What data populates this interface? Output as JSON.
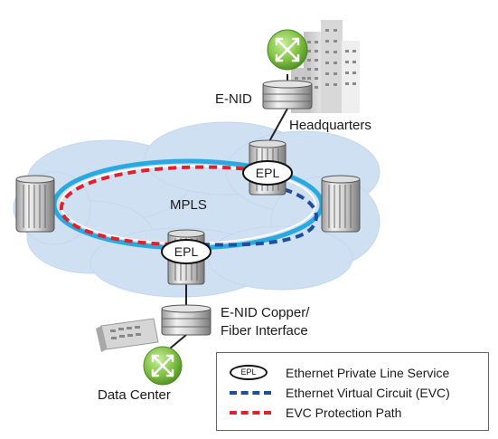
{
  "diagram": {
    "labels": {
      "enid_top": "E-NID",
      "headquarters": "Headquarters",
      "mpls": "MPLS",
      "enid_copper_line1": "E-NID Copper/",
      "enid_copper_line2": "Fiber Interface",
      "data_center": "Data Center"
    },
    "epl_nodes": [
      {
        "id": "top",
        "label": "EPL"
      },
      {
        "id": "bottom",
        "label": "EPL"
      }
    ],
    "colors": {
      "mpls_ring": "#29a9e0",
      "evc_path": "#1f4e9c",
      "protection_path": "#e0212b",
      "cloud": "#cfe0f3",
      "router_green": "#7fc041"
    }
  },
  "legend": {
    "items": [
      {
        "symbol": "oval",
        "symbol_text": "EPL",
        "text": "Ethernet Private Line Service",
        "color": "#111111"
      },
      {
        "symbol": "dash",
        "text": "Ethernet Virtual Circuit (EVC)",
        "color": "#1f4e9c"
      },
      {
        "symbol": "dash",
        "text": "EVC Protection Path",
        "color": "#e0212b"
      }
    ]
  }
}
